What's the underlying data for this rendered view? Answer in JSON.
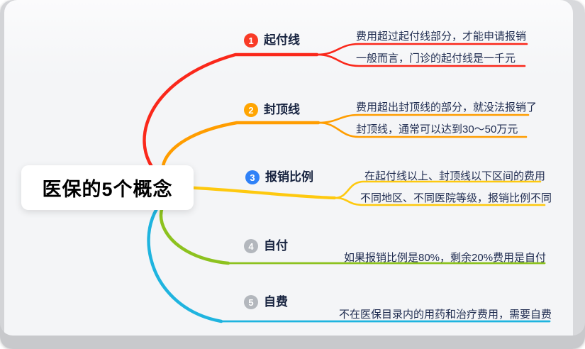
{
  "slide": {
    "title": "医保的5个概念",
    "background_color": "#f4f5f7"
  },
  "text_colors": {
    "label": "#17233f",
    "note": "#1e2b4f",
    "title": "#000000"
  },
  "branches": [
    {
      "num": "1",
      "label": "起付线",
      "line_color": "#fa281b",
      "badge_color": "#f93b27",
      "notes": [
        "费用超过起付线部分，才能申请报销",
        "一般而言，门诊的起付线是一千元"
      ]
    },
    {
      "num": "2",
      "label": "封顶线",
      "line_color": "#ff9d00",
      "badge_color": "#ffa502",
      "notes": [
        "费用超出封顶线的部分，就没法报销了",
        "封顶线，通常可以达到30～50万元"
      ]
    },
    {
      "num": "3",
      "label": "报销比例",
      "line_color": "#fec90f",
      "badge_color": "#2f81f7",
      "notes": [
        "在起付线以上、封顶线以下区间的费用",
        "不同地区、不同医院等级，报销比例不同"
      ]
    },
    {
      "num": "4",
      "label": "自付",
      "line_color": "#8dc21f",
      "badge_color": "#b3b7bd",
      "notes": [
        "如果报销比例是80%，剩余20%费用是自付"
      ]
    },
    {
      "num": "5",
      "label": "自费",
      "line_color": "#1fb4df",
      "badge_color": "#b3b7bd",
      "notes": [
        "不在医保目录内的用药和治疗费用，需要自费"
      ]
    }
  ]
}
